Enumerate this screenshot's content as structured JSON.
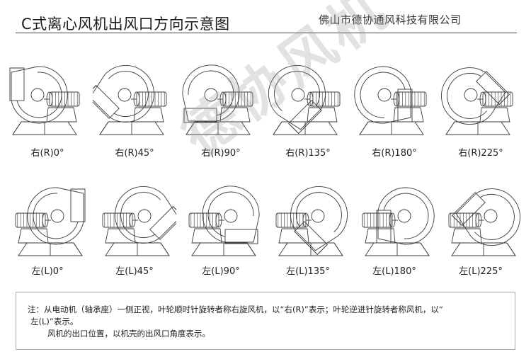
{
  "header": {
    "title": "C式离心风机出风口方向示意图",
    "company": "佛山市德协通风科技有限公司"
  },
  "watermark": {
    "text": "德协风机"
  },
  "fans": {
    "right": [
      {
        "label": "右(R)0°",
        "angle": 0
      },
      {
        "label": "右(R)45°",
        "angle": 45
      },
      {
        "label": "右(R)90°",
        "angle": 90
      },
      {
        "label": "右(R)135°",
        "angle": 135
      },
      {
        "label": "右(R)180°",
        "angle": 180
      },
      {
        "label": "右(R)225°",
        "angle": 225
      }
    ],
    "left": [
      {
        "label": "左(L)0°",
        "angle": 0
      },
      {
        "label": "左(L)45°",
        "angle": 45
      },
      {
        "label": "左(L)90°",
        "angle": 90
      },
      {
        "label": "左(L)135°",
        "angle": 135
      },
      {
        "label": "左(L)180°",
        "angle": 180
      },
      {
        "label": "左(L)225°",
        "angle": 225
      }
    ]
  },
  "note": {
    "line1": "注：从电动机（轴承座）一侧正视，叶轮顺时针旋转者称右旋风机，以“右(R)”表示；叶轮逆进针旋转者称风机，以“",
    "line2": "左(L)”表示。",
    "line3": "风机的出口位置，以机壳的出风口角度表示。"
  },
  "colors": {
    "line": "#3a3a3a",
    "rule": "#444444",
    "watermark": "#969696"
  }
}
